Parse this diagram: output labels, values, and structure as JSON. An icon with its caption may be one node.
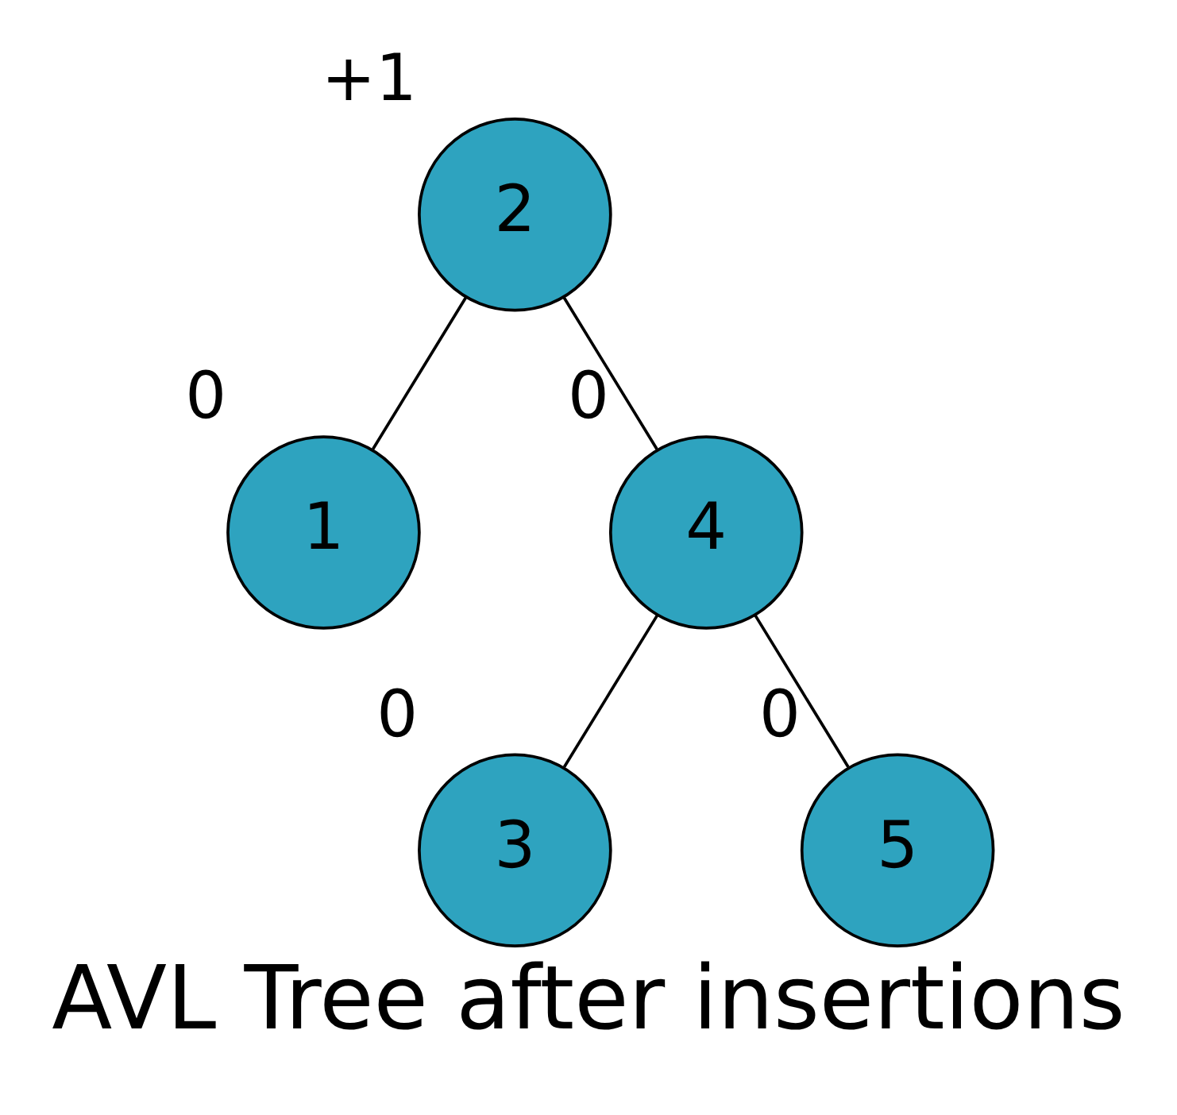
{
  "diagram": {
    "caption": "AVL Tree after insertions",
    "nodes": [
      {
        "text": [
          "2"
        ],
        "beside": [
          "+1"
        ]
      },
      {
        "text": [
          "1"
        ],
        "beside": [
          "0"
        ]
      },
      {
        "text": [
          "4"
        ],
        "beside": [
          "0"
        ]
      },
      {
        "text": [
          "3"
        ],
        "beside": [
          "0"
        ]
      },
      {
        "text": [
          "5"
        ],
        "beside": [
          "0"
        ]
      }
    ],
    "edges": [
      {
        "from": 0,
        "to": 1,
        "arrow": "none"
      },
      {
        "from": 0,
        "to": 2,
        "arrow": "none"
      },
      {
        "from": 2,
        "to": 3,
        "arrow": "none"
      },
      {
        "from": 2,
        "to": 4,
        "arrow": "none"
      }
    ]
  }
}
